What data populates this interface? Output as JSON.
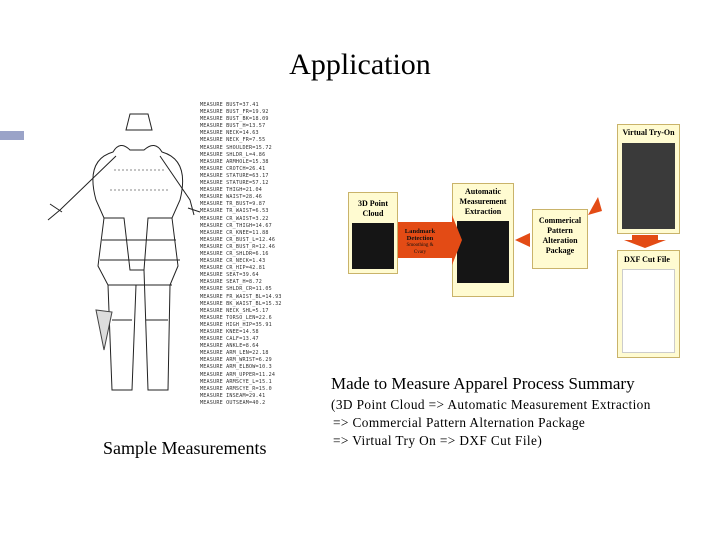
{
  "title": "Application",
  "left": {
    "caption": "Sample Measurements",
    "measurements": [
      "MEASURE BUST=37.41",
      "MEASURE BUST_FR=19.92",
      "MEASURE BUST_BK=18.09",
      "MEASURE BUST_H=13.57",
      "MEASURE NECK=14.63",
      "MEASURE NECK_FR=7.55",
      "MEASURE SHOULDER=15.72",
      "MEASURE SHLDR_L=4.86",
      "MEASURE ARMHOLE=15.38",
      "MEASURE CROTCH=26.41",
      "MEASURE STATURE=63.17",
      "MEASURE STATURE=57.12",
      "MEASURE THIGH=21.04",
      "MEASURE WAIST=28.46",
      "MEASURE TR_BUST=9.87",
      "MEASURE TR_WAIST=6.53",
      "MEASURE CR_WAIST=3.22",
      "MEASURE CR_THIGH=14.67",
      "MEASURE CR_KNEE=11.88",
      "MEASURE CR_BUST_L=12.46",
      "MEASURE CR_BUST_R=12.46",
      "MEASURE CR_SHLDR=6.16",
      "MEASURE CR_NECK=1.43",
      "MEASURE CR_HIP=42.81",
      "MEASURE SEAT=39.64",
      "MEASURE SEAT_H=8.72",
      "MEASURE SHLDR_CR=11.05",
      "MEASURE FR_WAIST_BL=14.93",
      "MEASURE BK_WAIST_BL=15.32",
      "MEASURE NECK_SHL=5.17",
      "MEASURE TORSO_LEN=22.6",
      "MEASURE HIGH_HIP=35.91",
      "MEASURE KNEE=14.58",
      "MEASURE CALF=13.47",
      "MEASURE ANKLE=8.64",
      "MEASURE ARM_LEN=22.18",
      "MEASURE ARM_WRIST=6.29",
      "MEASURE ARM_ELBOW=10.3",
      "MEASURE ARM_UPPER=11.24",
      "MEASURE ARMSCYE_L=15.1",
      "MEASURE ARMSCYE_R=15.0",
      "MEASURE INSEAM=29.41",
      "MEASURE OUTSEAM=40.2"
    ]
  },
  "diagram": {
    "box1": "3D Point Cloud",
    "box2": "Automatic Measurement Extraction",
    "box3": "Commerical Pattern Alteration Package",
    "box4": "Virtual Try-On",
    "box5": "DXF Cut File",
    "landmark": "Landmark Detection",
    "landmark_sub": "Smoothing & Cvary",
    "colors": {
      "box_fill": "#fffbd1",
      "arrow": "#e34b15"
    }
  },
  "summary": {
    "title": "Made to Measure Apparel Process Summary",
    "line1": "(3D Point Cloud => Automatic Measurement Extraction",
    "line2": "=> Commercial Pattern Alternation Package",
    "line3": "=> Virtual Try On => DXF Cut File)"
  }
}
